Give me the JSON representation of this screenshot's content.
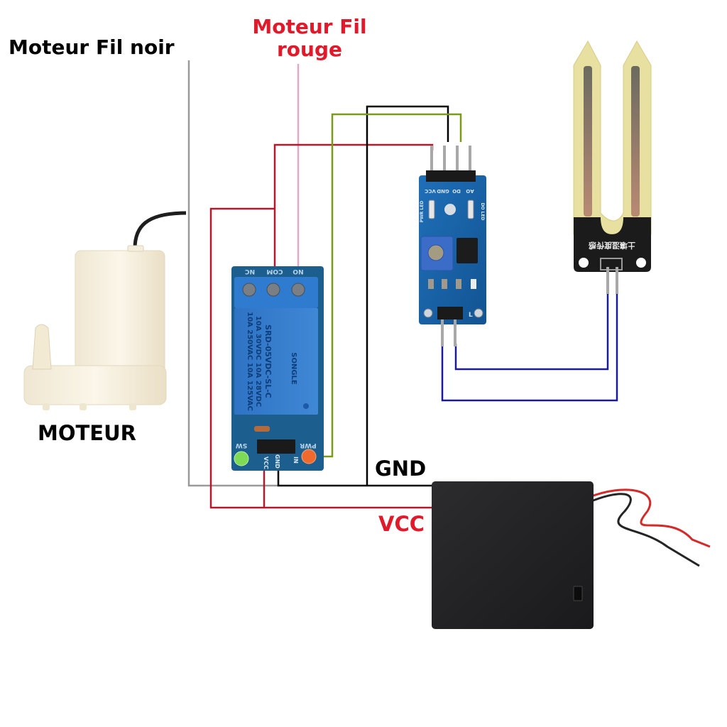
{
  "diagram": {
    "labels": {
      "motor_black_wire": "Moteur Fil noir",
      "motor_red_wire_line1": "Moteur Fil",
      "motor_red_wire_line2": "rouge",
      "motor": "MOTEUR",
      "gnd": "GND",
      "vcc": "VCC"
    },
    "relay_module": {
      "terminals": [
        "NC",
        "COM",
        "NO"
      ],
      "relay_text_lines": [
        "10A 250VAC  10A 125VAC",
        "10A 30VDC  10A 28VDC",
        "SRD-05VDC-SL-C"
      ],
      "brand": "SONGLE",
      "pins": [
        "VCC",
        "GND",
        "IN"
      ],
      "led_labels": [
        "SW",
        "PWR"
      ]
    },
    "sensor_module": {
      "pins": [
        "VCC",
        "GND",
        "DO",
        "AO"
      ],
      "led_labels": [
        "PWR LED",
        "DO LED"
      ],
      "probe_connector_label": "L"
    },
    "soil_probe": {
      "label": "土壤湿度传感"
    },
    "wire_colors": {
      "motor_black": "#999999",
      "motor_red": "#e0a3bf",
      "vcc": "#b5182b",
      "gnd": "#000000",
      "signal": "#7a9a1a",
      "probe": "#1a1a9a"
    },
    "label_colors": {
      "black": "#000000",
      "red": "#e0192b"
    }
  }
}
